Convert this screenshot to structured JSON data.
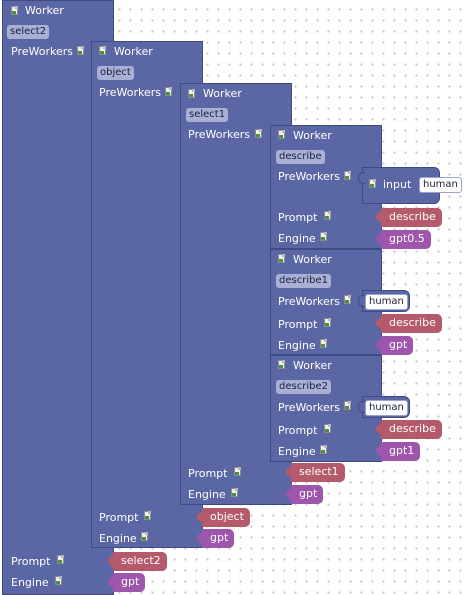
{
  "workers": {
    "w1": {
      "title": "Worker",
      "name": "select2",
      "preworkers_label": "PreWorkers",
      "prompt_label": "Prompt",
      "engine_label": "Engine",
      "prompt_value": "select2",
      "engine_value": "gpt"
    },
    "w2": {
      "title": "Worker",
      "name": "object",
      "preworkers_label": "PreWorkers",
      "prompt_label": "Prompt",
      "engine_label": "Engine",
      "prompt_value": "object",
      "engine_value": "gpt"
    },
    "w3": {
      "title": "Worker",
      "name": "select1",
      "preworkers_label": "PreWorkers",
      "prompt_label": "Prompt",
      "engine_label": "Engine",
      "prompt_value": "select1",
      "engine_value": "gpt"
    },
    "w4": {
      "title": "Worker",
      "name": "describe",
      "preworkers_label": "PreWorkers",
      "prompt_label": "Prompt",
      "engine_label": "Engine",
      "prompt_value": "describe",
      "engine_value": "gpt0.5",
      "input": {
        "label": "input",
        "value": "human"
      }
    },
    "w5": {
      "title": "Worker",
      "name": "describe1",
      "preworkers_label": "PreWorkers",
      "prompt_label": "Prompt",
      "engine_label": "Engine",
      "prompt_value": "describe",
      "engine_value": "gpt",
      "preworker_value": "human"
    },
    "w6": {
      "title": "Worker",
      "name": "describe2",
      "preworkers_label": "PreWorkers",
      "prompt_label": "Prompt",
      "engine_label": "Engine",
      "prompt_value": "describe",
      "engine_value": "gpt1",
      "preworker_value": "human"
    }
  },
  "colors": {
    "worker_block": "#5b67a5",
    "prompt_block": "#b55a6b",
    "engine_block": "#9d56ac",
    "name_field": "#a8b0d6"
  },
  "icons": {
    "block_icon": "image-icon"
  }
}
